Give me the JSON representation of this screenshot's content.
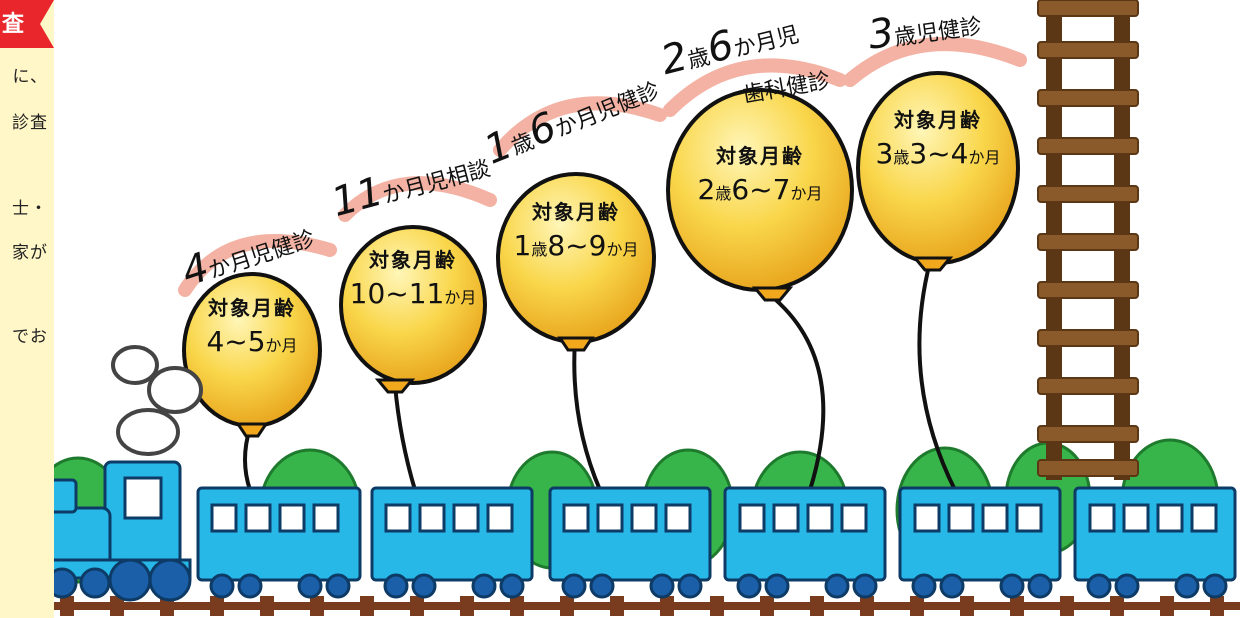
{
  "side": {
    "tab_label": "査",
    "lines": [
      "に、",
      "診査",
      "士・",
      "家が",
      "でお"
    ]
  },
  "milestones": [
    {
      "num": "4",
      "label": "か月児健診",
      "age_label": "対象月齢",
      "age_main": "4~5",
      "age_unit": "か月"
    },
    {
      "num": "11",
      "label": "か月児相談",
      "age_label": "対象月齢",
      "age_main": "10~11",
      "age_unit": "か月"
    },
    {
      "num": "1",
      "label_a": "歳",
      "num2": "6",
      "label": "か月児健診",
      "age_label": "対象月齢",
      "age_pre": "1",
      "age_pre_unit": "歳",
      "age_main": "8~9",
      "age_unit": "か月"
    },
    {
      "num": "2",
      "label_a": "歳",
      "num2": "6",
      "label": "か月児",
      "label2": "歯科健診",
      "age_label": "対象月齢",
      "age_pre": "2",
      "age_pre_unit": "歳",
      "age_main": "6~7",
      "age_unit": "か月"
    },
    {
      "num": "3",
      "label": "歳児健診",
      "age_label": "対象月齢",
      "age_pre": "3",
      "age_pre_unit": "歳",
      "age_main": "3~4",
      "age_unit": "か月"
    }
  ],
  "colors": {
    "balloon": "#f7c62f",
    "train": "#27b8e8",
    "arrow": "#f3b2a3",
    "tree": "#38b54a",
    "track": "#7a3c1e",
    "ladder": "#8a5a2b",
    "tab": "#e8262b",
    "panel": "#fff7c8"
  }
}
